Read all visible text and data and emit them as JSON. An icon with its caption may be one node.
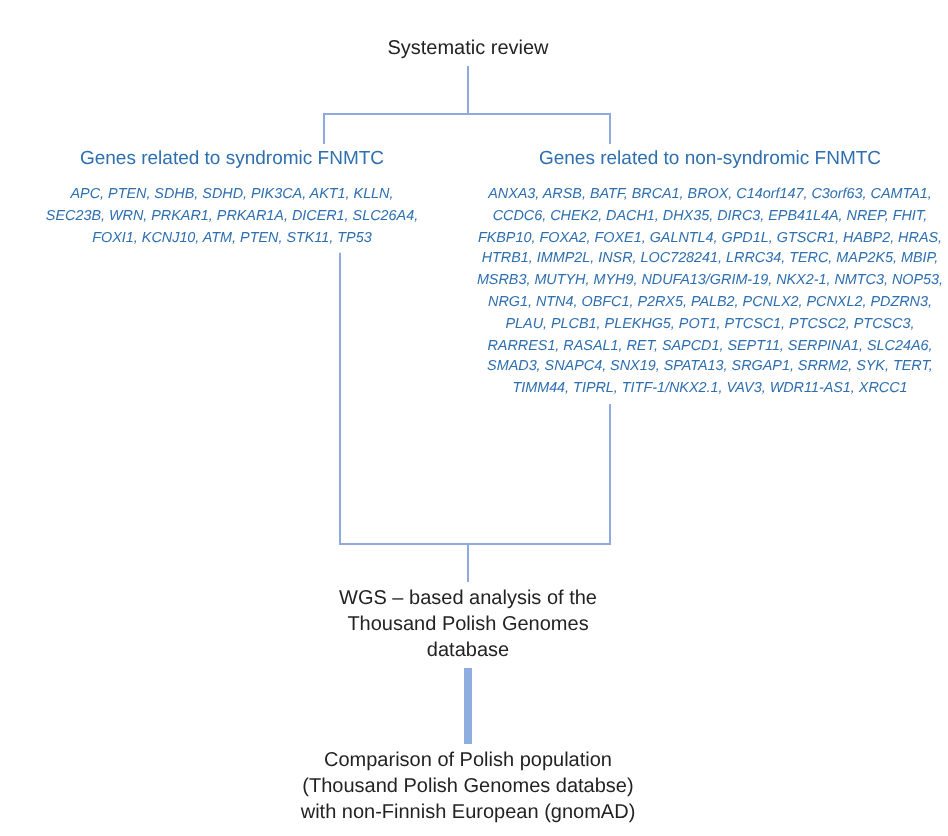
{
  "diagram": {
    "nodes": [
      {
        "text": [
          "Systematic review"
        ]
      },
      {
        "text": [
          "Genes related to syndromic FNMTC",
          "APC, PTEN, SDHB, SDHD, PIK3CA, AKT1, KLLN, SEC23B, WRN, PRKAR1, PRKAR1A, DICER1, SLC26A4, FOXI1, KCNJ10, ATM, PTEN, STK11, TP53"
        ]
      },
      {
        "text": [
          "Genes related to non-syndromic FNMTC",
          "ANXA3, ARSB, BATF, BRCA1, BROX, C14orf147, C3orf63, CAMTA1, CCDC6, CHEK2, DACH1, DHX35, DIRC3, EPB41L4A, NREP, FHIT, FKBP10, FOXA2, FOXE1, GALNTL4, GPD1L, GTSCR1, HABP2, HRAS, HTRB1, IMMP2L, INSR, LOC728241, LRRC34, TERC, MAP2K5, MBIP, MSRB3, MUTYH, MYH9, NDUFA13/GRIM-19, NKX2-1, NMTC3, NOP53, NRG1, NTN4, OBFC1, P2RX5, PALB2, PCNLX2, PCNXL2, PDZRN3, PLAU, PLCB1, PLEKHG5, POT1, PTCSC1, PTCSC2, PTCSC3, RARRES1, RASAL1, RET, SAPCD1, SEPT11, SERPINA1, SLC24A6, SMAD3, SNAPC4, SNX19, SPATA13, SRGAP1, SRRM2, SYK, TERT, TIMM44, TIPRL, TITF-1/NKX2.1, VAV3, WDR11-AS1, XRCC1"
        ]
      },
      {
        "text": [
          "WGS – based analysis of the Thousand Polish Genomes database"
        ]
      },
      {
        "text": [
          "Comparison of Polish population (Thousand Polish Genomes databse) with non-Finnish European (gnomAD)"
        ]
      }
    ],
    "edges": [
      {
        "from": 0,
        "to": 1,
        "arrow": "none"
      },
      {
        "from": 0,
        "to": 2,
        "arrow": "none"
      },
      {
        "from": 1,
        "to": 3,
        "arrow": "none"
      },
      {
        "from": 2,
        "to": 3,
        "arrow": "none"
      },
      {
        "from": 3,
        "to": 4,
        "arrow": "none",
        "style": "thick"
      }
    ]
  }
}
